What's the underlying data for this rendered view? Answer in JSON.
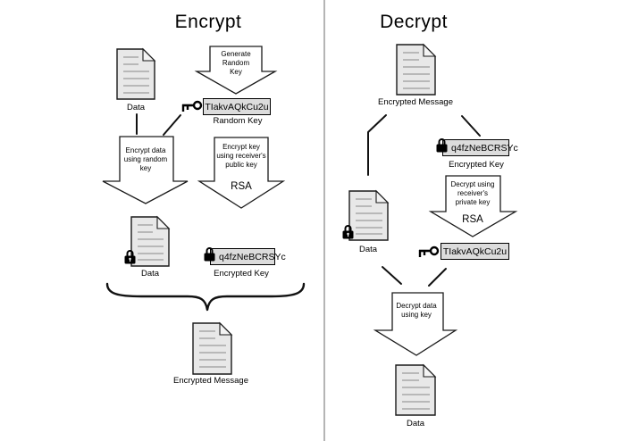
{
  "encrypt": {
    "title": "Encrypt",
    "source_doc": {
      "label": "Data"
    },
    "generate_arrow": {
      "label": "Generate\nRandom\nKey"
    },
    "random_key": {
      "value": "TIakvAQkCu2u",
      "label": "Random Key"
    },
    "encrypt_data_arrow": {
      "label": "Encrypt data\nusing random\nkey"
    },
    "encrypt_key_arrow": {
      "label": "Encrypt key\nusing receiver's\npublic key",
      "algorithm": "RSA"
    },
    "locked_doc": {
      "label": "Data"
    },
    "encrypted_key": {
      "value": "q4fzNeBCRSYc",
      "label": "Encrypted Key"
    },
    "output_doc": {
      "label": "Encrypted Message"
    }
  },
  "decrypt": {
    "title": "Decrypt",
    "input_doc": {
      "label": "Encrypted Message"
    },
    "encrypted_key": {
      "value": "q4fzNeBCRSYc",
      "label": "Encrypted Key"
    },
    "decrypt_key_arrow": {
      "label": "Decrypt using\nreceiver's\nprivate key",
      "algorithm": "RSA"
    },
    "locked_doc": {
      "label": "Data"
    },
    "session_key": {
      "value": "TIakvAQkCu2u"
    },
    "decrypt_data_arrow": {
      "label": "Decrypt data\nusing key"
    },
    "output_doc": {
      "label": "Data"
    }
  },
  "icons": {
    "document": "document-icon",
    "lock": "lock-icon",
    "key": "key-icon",
    "down_arrow": "down-arrow-shape",
    "brace": "curly-brace"
  },
  "colors": {
    "document_fill": "#e8e8e8",
    "document_fold_fill": "#f4f4f4",
    "document_line": "#9a9a9a",
    "box_fill": "#dcdcdc",
    "arrow_fill": "#ffffff",
    "outline": "#1a1a1a",
    "divider": "#b5b5b5"
  }
}
